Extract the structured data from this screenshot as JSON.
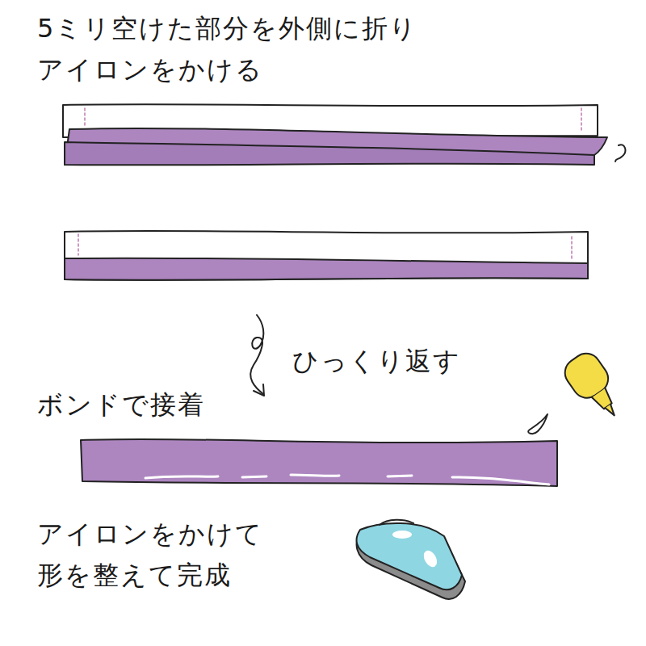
{
  "diagram": {
    "labels": [
      "5ミリ空けた部分を外側に折り アイロンをかける",
      "ひっくり返す",
      "ボンドで接着",
      "アイロンをかけて 形を整えて完成"
    ]
  }
}
